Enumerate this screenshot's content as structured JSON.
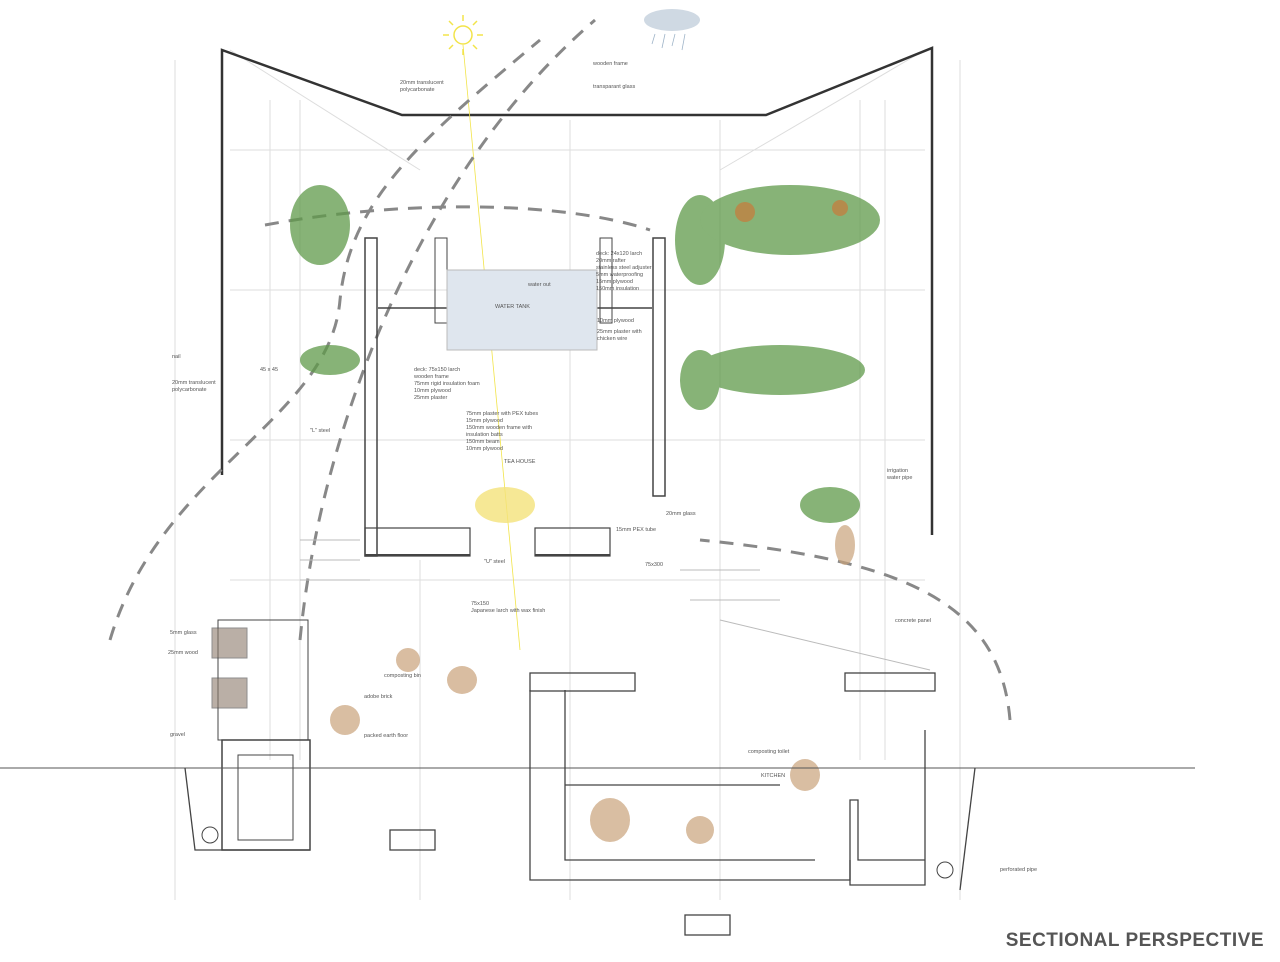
{
  "title": "SECTIONAL PERSPECTIVE",
  "labels": {
    "roof_polycarbonate": "20mm translucent polycarbonate",
    "wooden_frame": "wooden frame",
    "transparent_glass": "transparant glass",
    "deck_upper": [
      "deck: 24x120 larch",
      "20mm rafter",
      "stainless steel adjuster",
      "5mm waterproofing",
      "15mm plywood",
      "150mm insulation"
    ],
    "water_out": "water out",
    "water_tank": "WATER TANK",
    "plywood_10": "10mm plywood",
    "plaster_chicken": "25mm plaster with chicken wire",
    "deck_lower": [
      "deck: 75x150 larch",
      "wooden frame",
      "75mm  rigid insulation foam",
      "10mm  plywood",
      "25mm     plaster"
    ],
    "floor_layers": [
      "75mm plaster with PEX tubes",
      "15mm plywood",
      "150mm wooden frame with insulation batts",
      "150mm beam",
      "10mm plywood"
    ],
    "tea_house": "TEA HOUSE",
    "nail": "nail",
    "wall_polycarbonate": "20mm translucent polycarbonate",
    "size_45": "45 x 45",
    "l_steel": "\"L\" steel",
    "irrigation": "irrigation water pipe",
    "glass_20": "20mm glass",
    "pex_tube": "15mm PEX tube",
    "u_steel": "\"U\" steel",
    "beam_75x300": "75x300",
    "larch_wax": [
      "75x150",
      "Japanese larch with wax finish"
    ],
    "glass_5": "5mm glass",
    "wood_25": "25mm wood",
    "composting_bin": "composting bin",
    "adobe_brick": "adobe brick",
    "gravel": "gravel",
    "packed_earth": "packed earth floor",
    "concrete_panel": "concrete panel",
    "composting_toilet": "composting toilet",
    "kitchen": "KITCHEN",
    "perforated_pipe": "perforated pipe"
  },
  "colors": {
    "line": "#333333",
    "light": "#cfcfcf",
    "sun": "#f2e44a",
    "green": "#5f9a4a",
    "basket": "#c9a27a",
    "water": "#dfe6ee"
  }
}
